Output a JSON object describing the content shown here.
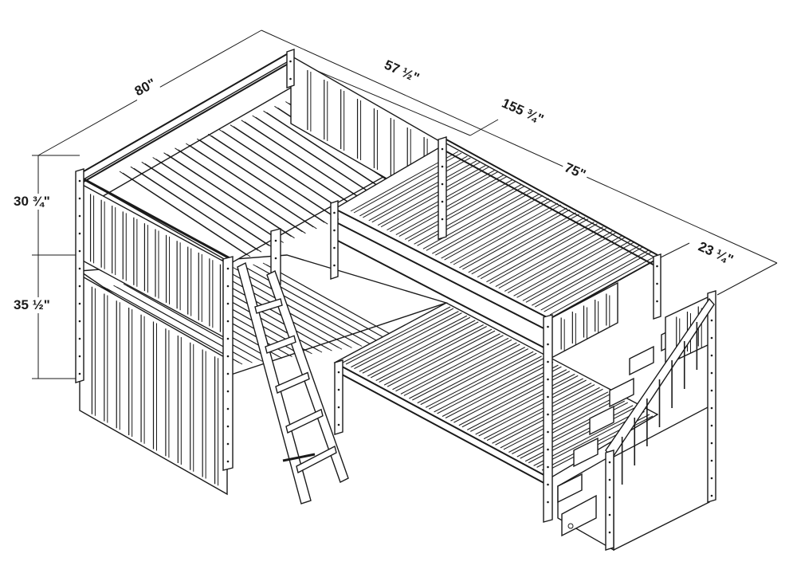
{
  "title": "L-shaped corner bunk bed with ladder and staircase — dimension drawing",
  "dimensions": {
    "depth_left": "80\"",
    "width_upper": "57 ½\"",
    "overall_length": "155 ¾\"",
    "right_bed_length": "75\"",
    "stair_depth": "23 ¼\"",
    "upper_height": "30 ¾\"",
    "lower_height": "35 ½\""
  },
  "colors": {
    "line": "#1a1a1a",
    "background": "#ffffff"
  }
}
